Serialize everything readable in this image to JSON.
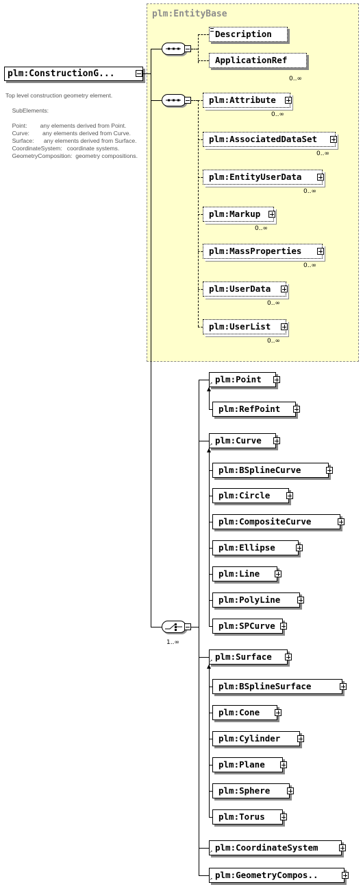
{
  "root": {
    "label": "plm:ConstructionG..."
  },
  "annotation": "Top level construction geometry element.\n\n    SubElements:\n\n    Point:        any elements derived from Point.\n    Curve:        any elements derived from Curve.\n    Surface:      any elements derived from Surface.\n    CoordinateSystem:   coordinate systems.\n    GeometryComposition:  geometry compositions.",
  "base_group": {
    "title": "plm:EntityBase",
    "first_seq": [
      {
        "label": "Description"
      },
      {
        "label": "ApplicationRef",
        "card": "0..∞"
      }
    ],
    "second_seq": [
      {
        "label": "plm:Attribute",
        "card": "0..∞"
      },
      {
        "label": "plm:AssociatedDataSet",
        "card": "0..∞"
      },
      {
        "label": "plm:EntityUserData",
        "card": "0..∞"
      },
      {
        "label": "plm:Markup",
        "card": "0..∞"
      },
      {
        "label": "plm:MassProperties",
        "card": "0..∞"
      },
      {
        "label": "plm:UserData",
        "card": "0..∞"
      },
      {
        "label": "plm:UserList",
        "card": "0..∞"
      }
    ]
  },
  "choice": {
    "card": "1..∞",
    "groups": [
      {
        "head": "plm:Point",
        "children": [
          "plm:RefPoint"
        ]
      },
      {
        "head": "plm:Curve",
        "children": [
          "plm:BSplineCurve",
          "plm:Circle",
          "plm:CompositeCurve",
          "plm:Ellipse",
          "plm:Line",
          "plm:PolyLine",
          "plm:SPCurve"
        ]
      },
      {
        "head": "plm:Surface",
        "children": [
          "plm:BSplineSurface",
          "plm:Cone",
          "plm:Cylinder",
          "plm:Plane",
          "plm:Sphere",
          "plm:Torus"
        ]
      },
      {
        "head": "plm:CoordinateSystem",
        "children": []
      },
      {
        "head": "plm:GeometryCompos..",
        "children": []
      }
    ]
  }
}
